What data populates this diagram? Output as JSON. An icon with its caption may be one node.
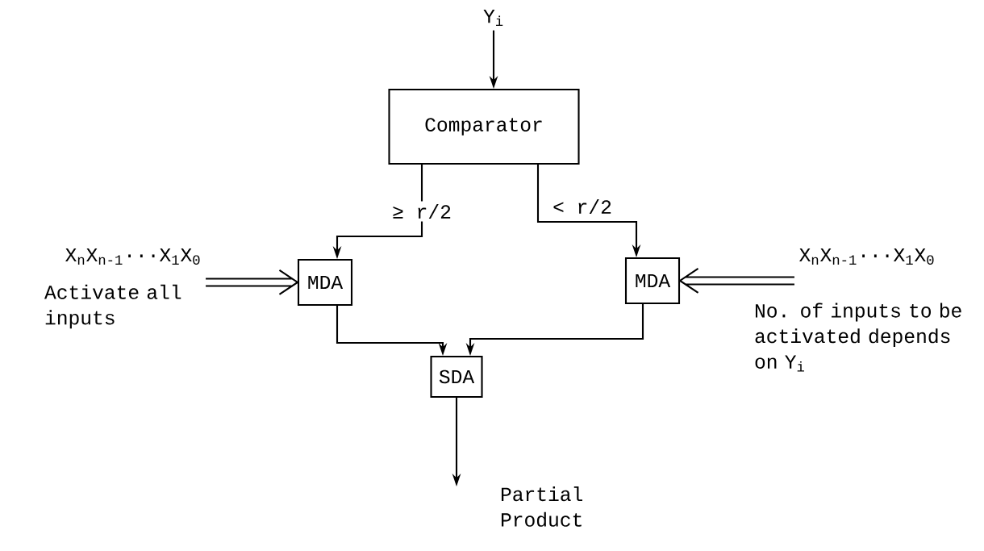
{
  "diagram": {
    "nodes": [
      {
        "text": [
          "Y$_{i}$"
        ]
      },
      {
        "text": [
          "Comparator"
        ]
      },
      {
        "text": [
          "MDA"
        ]
      },
      {
        "text": [
          "MDA"
        ]
      },
      {
        "text": [
          "SDA"
        ]
      },
      {
        "text": [
          "X$_{n}$X$_{n-1}$···X$_{1}$X$_{0}$"
        ],
        "beside": [
          "Activate all inputs"
        ]
      },
      {
        "text": [
          "X$_{n}$X$_{n-1}$···X$_{1}$X$_{0}$"
        ],
        "beside": [
          "No. of inputs to be activated depends on Y$_{i}$"
        ]
      }
    ],
    "edges": [
      {
        "from": 0,
        "to": 1,
        "arrow": "to"
      },
      {
        "from": 1,
        "to": 2,
        "arrow": "to",
        "label": "≥ r/2"
      },
      {
        "from": 1,
        "to": 3,
        "arrow": "to",
        "label": "< r/2"
      },
      {
        "from": 5,
        "to": 2,
        "arrow": "to"
      },
      {
        "from": 6,
        "to": 3,
        "arrow": "to"
      },
      {
        "from": 2,
        "to": 4,
        "arrow": "to"
      },
      {
        "from": 3,
        "to": 4,
        "arrow": "to"
      },
      {
        "from": 4,
        "to": null,
        "arrow": "to",
        "label": "Partial Product"
      }
    ]
  }
}
